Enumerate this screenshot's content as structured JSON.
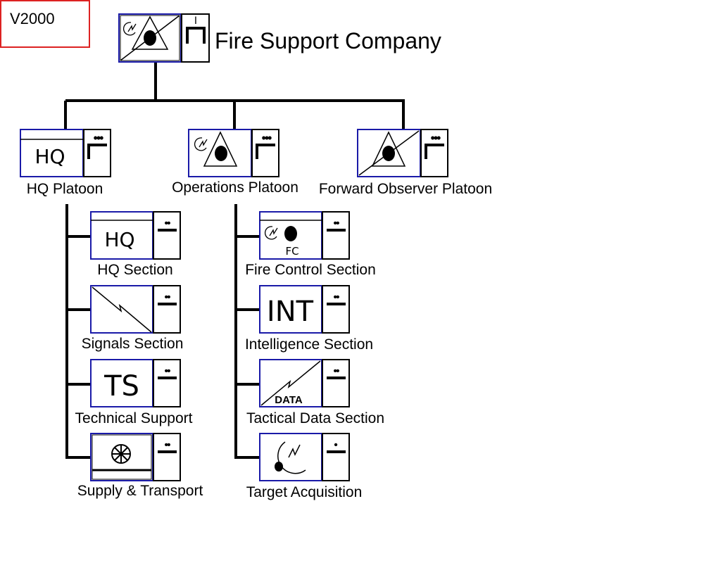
{
  "version_tag": "V2000",
  "company": {
    "title": "Fire Support Company",
    "echelon": "I"
  },
  "platoons": [
    {
      "label": "HQ Platoon",
      "symbol_text": "HQ",
      "echelon": "•••"
    },
    {
      "label": "Operations Platoon",
      "echelon": "•••"
    },
    {
      "label": "Forward Observer Platoon",
      "echelon": "•••"
    }
  ],
  "hq_sections": [
    {
      "label": "HQ Section",
      "symbol_text": "HQ",
      "echelon": "••"
    },
    {
      "label": "Signals Section",
      "echelon": "••"
    },
    {
      "label": "Technical Support",
      "symbol_text": "TS",
      "echelon": "••"
    },
    {
      "label": "Supply & Transport",
      "echelon": "••"
    }
  ],
  "ops_sections": [
    {
      "label": "Fire Control Section",
      "symbol_text": "FC",
      "echelon": "••"
    },
    {
      "label": "Intelligence Section",
      "symbol_text": "INT",
      "echelon": "••"
    },
    {
      "label": "Tactical Data Section",
      "symbol_text": "DATA",
      "echelon": "••"
    },
    {
      "label": "Target Acquisition",
      "echelon": "•"
    }
  ],
  "colors": {
    "frame": "#1a1aa8",
    "line": "#000000",
    "tag_border": "#d22222"
  }
}
